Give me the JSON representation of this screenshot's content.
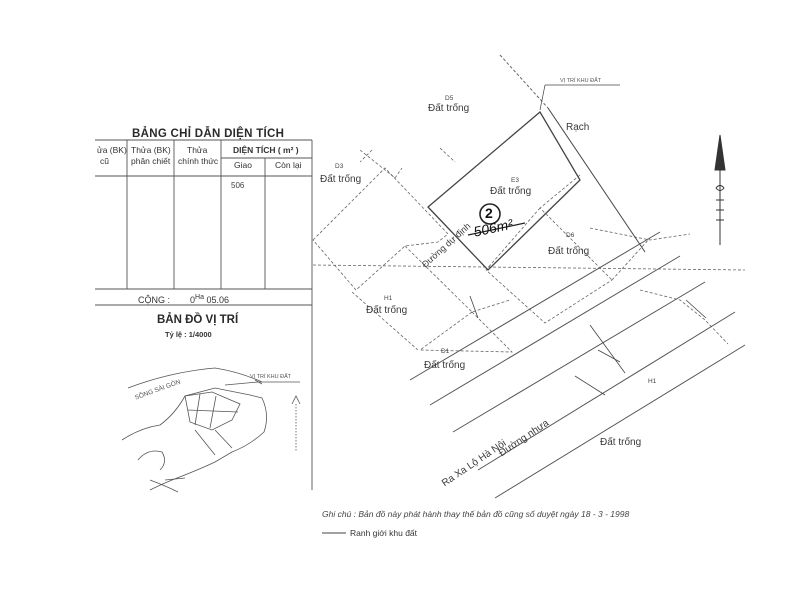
{
  "table": {
    "title": "BẢNG CHỈ DẪN DIỆN TÍCH",
    "col1": "ửa (BK)",
    "col1_sub": "cũ",
    "col2": "Thửa (BK)",
    "col2_sub": "phân chiết",
    "col3": "Thửa",
    "col3_sub": "chính thức",
    "area_header": "DIỆN TÍCH ( m² )",
    "area_given": "Giao",
    "area_remaining": "Còn lại",
    "given_value": "506",
    "total_label": "CỘNG :",
    "total_zero": "0",
    "total_unit": "Ha",
    "total_value": "05.06"
  },
  "location_map": {
    "title": "BẢN ĐỒ VỊ TRÍ",
    "scale": "Tỷ lệ : 1/4000",
    "river": "SÔNG SÀI GÒN",
    "site": "VỊ TRÍ KHU ĐẤT"
  },
  "main_map": {
    "site_label": "VỊ TRÍ KHU ĐẤT",
    "rach": "Rạch",
    "lot_d5": "D5",
    "lot_d3": "D3",
    "lot_e3": "E3",
    "lot_d6": "D6",
    "lot_h1a": "H1",
    "lot_d1": "D1",
    "lot_h1b": "H1",
    "empty_land": "Đất trống",
    "road_duong_du": "Đường dự định",
    "road_nhua": "Đường nhựa",
    "road_hanoi": "Ra Xa Lộ Hà Nội",
    "parcel_no": "2",
    "parcel_area": "506m²"
  },
  "footer": {
    "note": "Ghi chú : Bản đồ này phát hành thay thế bản đồ cũng số duyệt ngày 18 - 3 - 1998",
    "legend": "Ranh giới khu đất"
  }
}
